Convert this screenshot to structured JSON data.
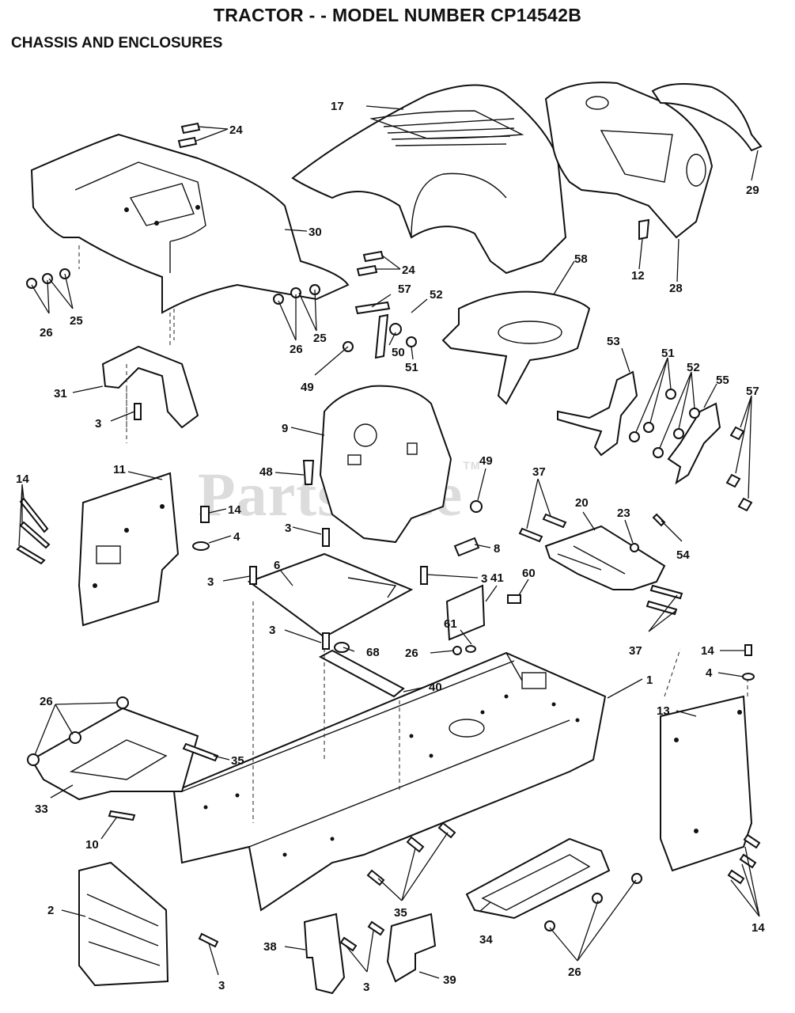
{
  "header": {
    "title": "TRACTOR - - MODEL NUMBER CP14542B",
    "subtitle": "CHASSIS AND ENCLOSURES"
  },
  "watermark": {
    "text": "PartsTree",
    "mark": "TM"
  },
  "callouts": [
    {
      "id": "c17",
      "label": "17"
    },
    {
      "id": "c24a",
      "label": "24"
    },
    {
      "id": "c29",
      "label": "29"
    },
    {
      "id": "c30",
      "label": "30"
    },
    {
      "id": "c24b",
      "label": "24"
    },
    {
      "id": "c12",
      "label": "12"
    },
    {
      "id": "c28",
      "label": "28"
    },
    {
      "id": "c26a",
      "label": "26"
    },
    {
      "id": "c25a",
      "label": "25"
    },
    {
      "id": "c58",
      "label": "58"
    },
    {
      "id": "c57a",
      "label": "57"
    },
    {
      "id": "c52a",
      "label": "52"
    },
    {
      "id": "c26b",
      "label": "26"
    },
    {
      "id": "c25b",
      "label": "25"
    },
    {
      "id": "c49a",
      "label": "49"
    },
    {
      "id": "c50",
      "label": "50"
    },
    {
      "id": "c51a",
      "label": "51"
    },
    {
      "id": "c53",
      "label": "53"
    },
    {
      "id": "c51b",
      "label": "51"
    },
    {
      "id": "c52b",
      "label": "52"
    },
    {
      "id": "c55",
      "label": "55"
    },
    {
      "id": "c57b",
      "label": "57"
    },
    {
      "id": "c31",
      "label": "31"
    },
    {
      "id": "c3a",
      "label": "3"
    },
    {
      "id": "c9",
      "label": "9"
    },
    {
      "id": "c14a",
      "label": "14"
    },
    {
      "id": "c11",
      "label": "11"
    },
    {
      "id": "c48",
      "label": "48"
    },
    {
      "id": "c49b",
      "label": "49"
    },
    {
      "id": "c37a",
      "label": "37"
    },
    {
      "id": "c14b",
      "label": "14"
    },
    {
      "id": "c4a",
      "label": "4"
    },
    {
      "id": "c3b",
      "label": "3"
    },
    {
      "id": "c20",
      "label": "20"
    },
    {
      "id": "c23",
      "label": "23"
    },
    {
      "id": "c54",
      "label": "54"
    },
    {
      "id": "c8",
      "label": "8"
    },
    {
      "id": "c6",
      "label": "6"
    },
    {
      "id": "c3c",
      "label": "3"
    },
    {
      "id": "c3d",
      "label": "3"
    },
    {
      "id": "c41",
      "label": "41"
    },
    {
      "id": "c60",
      "label": "60"
    },
    {
      "id": "c37b",
      "label": "37"
    },
    {
      "id": "c3e",
      "label": "3"
    },
    {
      "id": "c61",
      "label": "61"
    },
    {
      "id": "c68",
      "label": "68"
    },
    {
      "id": "c26c",
      "label": "26"
    },
    {
      "id": "c14c",
      "label": "14"
    },
    {
      "id": "c4b",
      "label": "4"
    },
    {
      "id": "c1",
      "label": "1"
    },
    {
      "id": "c40",
      "label": "40"
    },
    {
      "id": "c26d",
      "label": "26"
    },
    {
      "id": "c13",
      "label": "13"
    },
    {
      "id": "c35a",
      "label": "35"
    },
    {
      "id": "c33",
      "label": "33"
    },
    {
      "id": "c10",
      "label": "10"
    },
    {
      "id": "c2",
      "label": "2"
    },
    {
      "id": "c35b",
      "label": "35"
    },
    {
      "id": "c34",
      "label": "34"
    },
    {
      "id": "c14d",
      "label": "14"
    },
    {
      "id": "c38",
      "label": "38"
    },
    {
      "id": "c26e",
      "label": "26"
    },
    {
      "id": "c3f",
      "label": "3"
    },
    {
      "id": "c39",
      "label": "39"
    },
    {
      "id": "c3g",
      "label": "3"
    }
  ]
}
